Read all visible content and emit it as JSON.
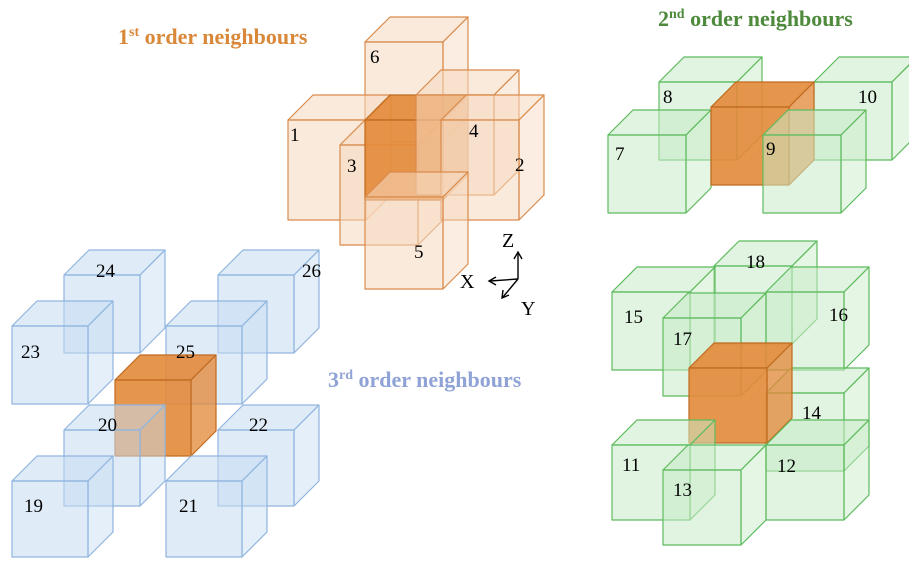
{
  "titles": {
    "first": {
      "main": "1",
      "sup": "st",
      "rest": " order neighbours",
      "color": "#D9883A"
    },
    "second": {
      "main": "2",
      "sup": "nd",
      "rest": " order neighbours",
      "color": "#4E8A3C"
    },
    "third": {
      "main": "3",
      "sup": "rd",
      "rest": " order neighbours",
      "color": "#8FA3D6"
    }
  },
  "axes": {
    "z": "Z",
    "x": "X",
    "y": "Y"
  },
  "colors": {
    "center_fill": "#E3893A",
    "first_fill": "#F6D9C0",
    "first_stroke": "#D98B4B",
    "second_fill": "#C8EBC8",
    "second_stroke": "#5DBB5D",
    "third_fill": "#C5DDF3",
    "third_stroke": "#90B5DF"
  },
  "labels": {
    "n1": "1",
    "n2": "2",
    "n3": "3",
    "n4": "4",
    "n5": "5",
    "n6": "6",
    "n7": "7",
    "n8": "8",
    "n9": "9",
    "n10": "10",
    "n11": "11",
    "n12": "12",
    "n13": "13",
    "n14": "14",
    "n15": "15",
    "n16": "16",
    "n17": "17",
    "n18": "18",
    "n19": "19",
    "n20": "20",
    "n21": "21",
    "n22": "22",
    "n23": "23",
    "n24": "24",
    "n25": "25",
    "n26": "26"
  }
}
